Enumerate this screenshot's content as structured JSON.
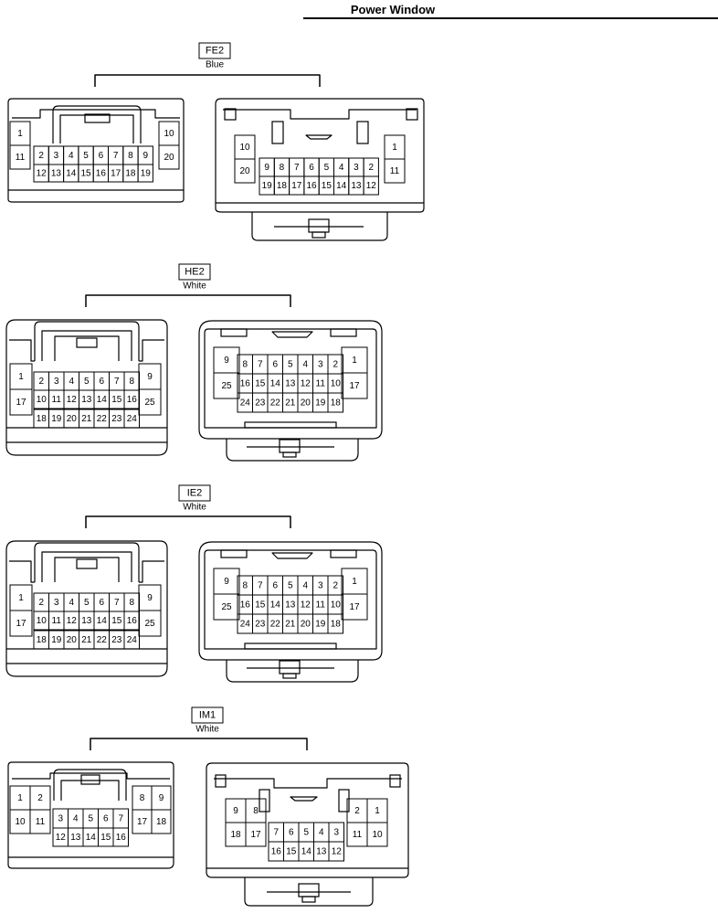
{
  "header": {
    "title": "Power Window"
  },
  "connectors": [
    {
      "id": "FE2",
      "color": "Blue",
      "left": {
        "col1": [
          "1",
          "11"
        ],
        "row1": [
          "2",
          "3",
          "4",
          "5",
          "6",
          "7",
          "8",
          "9"
        ],
        "row2": [
          "12",
          "13",
          "14",
          "15",
          "16",
          "17",
          "18",
          "19"
        ],
        "col2": [
          "10",
          "20"
        ]
      },
      "right": {
        "col1": [
          "10",
          "20"
        ],
        "row1": [
          "9",
          "8",
          "7",
          "6",
          "5",
          "4",
          "3",
          "2"
        ],
        "row2": [
          "19",
          "18",
          "17",
          "16",
          "15",
          "14",
          "13",
          "12"
        ],
        "col2": [
          "1",
          "11"
        ]
      }
    },
    {
      "id": "HE2",
      "color": "White",
      "left": {
        "col1": [
          "1",
          "17"
        ],
        "row1": [
          "2",
          "3",
          "4",
          "5",
          "6",
          "7",
          "8"
        ],
        "row2": [
          "10",
          "11",
          "12",
          "13",
          "14",
          "15",
          "16"
        ],
        "row3": [
          "18",
          "19",
          "20",
          "21",
          "22",
          "23",
          "24"
        ],
        "col2": [
          "9",
          "25"
        ]
      },
      "right": {
        "col1": [
          "9",
          "25"
        ],
        "row1": [
          "8",
          "7",
          "6",
          "5",
          "4",
          "3",
          "2"
        ],
        "row2": [
          "16",
          "15",
          "14",
          "13",
          "12",
          "11",
          "10"
        ],
        "row3": [
          "24",
          "23",
          "22",
          "21",
          "20",
          "19",
          "18"
        ],
        "col2": [
          "1",
          "17"
        ]
      }
    },
    {
      "id": "IE2",
      "color": "White",
      "left": {
        "col1": [
          "1",
          "17"
        ],
        "row1": [
          "2",
          "3",
          "4",
          "5",
          "6",
          "7",
          "8"
        ],
        "row2": [
          "10",
          "11",
          "12",
          "13",
          "14",
          "15",
          "16"
        ],
        "row3": [
          "18",
          "19",
          "20",
          "21",
          "22",
          "23",
          "24"
        ],
        "col2": [
          "9",
          "25"
        ]
      },
      "right": {
        "col1": [
          "9",
          "25"
        ],
        "row1": [
          "8",
          "7",
          "6",
          "5",
          "4",
          "3",
          "2"
        ],
        "row2": [
          "16",
          "15",
          "14",
          "13",
          "12",
          "11",
          "10"
        ],
        "row3": [
          "24",
          "23",
          "22",
          "21",
          "20",
          "19",
          "18"
        ],
        "col2": [
          "1",
          "17"
        ]
      }
    },
    {
      "id": "IM1",
      "color": "White",
      "left": {
        "grid1": [
          [
            "1",
            "2"
          ],
          [
            "10",
            "11"
          ]
        ],
        "row1": [
          "3",
          "4",
          "5",
          "6",
          "7"
        ],
        "row2": [
          "12",
          "13",
          "14",
          "15",
          "16"
        ],
        "grid2": [
          [
            "8",
            "9"
          ],
          [
            "17",
            "18"
          ]
        ]
      },
      "right": {
        "grid1": [
          [
            "9",
            "8"
          ],
          [
            "18",
            "17"
          ]
        ],
        "row1": [
          "7",
          "6",
          "5",
          "4",
          "3"
        ],
        "row2": [
          "16",
          "15",
          "14",
          "13",
          "12"
        ],
        "grid2": [
          [
            "2",
            "1"
          ],
          [
            "11",
            "10"
          ]
        ]
      }
    }
  ]
}
